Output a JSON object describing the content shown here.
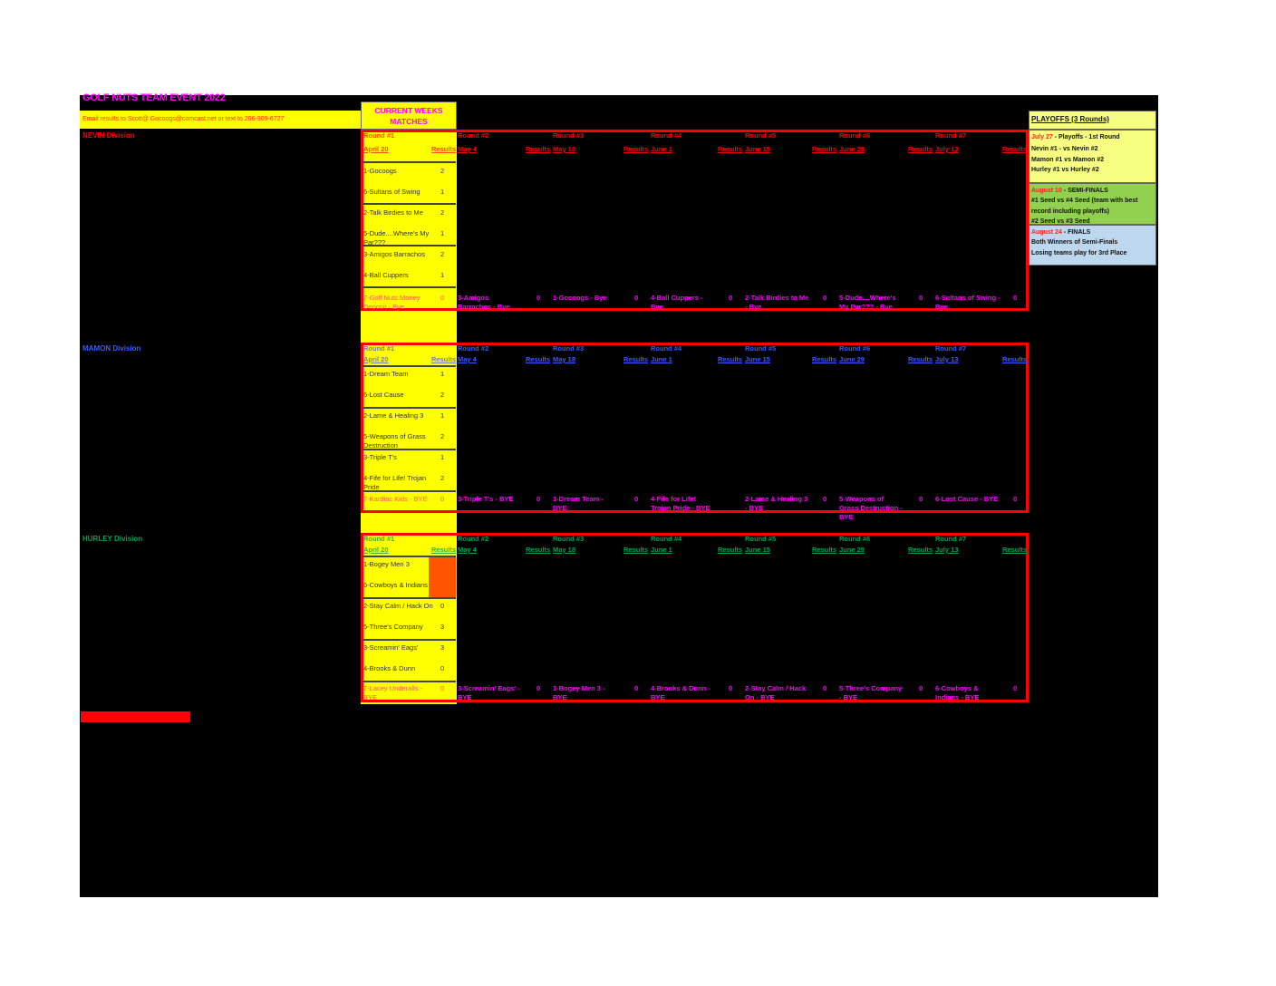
{
  "title": "GOLF NUTS TEAM EVENT 2022",
  "email_note": "Email results to Scott@ Gocoogs@comcast.net or text to 206-909-6727",
  "current_weeks": "CURRENT WEEKS MATCHES",
  "divisions": [
    {
      "name": "NEVIN Division",
      "color": "#ff0000",
      "round1_color": "#ff4a00",
      "round1": {
        "label": "Round #1",
        "date": "April 20",
        "results_label": "Results",
        "matches": [
          [
            {
              "team": "1-Gocoogs",
              "score": "2"
            },
            {
              "team": "6-Sultans of Swing",
              "score": "1"
            }
          ],
          [
            {
              "team": "2-Talk Birdies to Me",
              "score": "2"
            },
            {
              "team": "5-Dude....Where's My Par???",
              "score": "1"
            }
          ],
          [
            {
              "team": "3-Amigos Barrachos",
              "score": "2"
            },
            {
              "team": "4-Ball Cuppers",
              "score": "1"
            }
          ]
        ],
        "bye": {
          "team": "7-Golf Nuts Money Deposit - Bye",
          "score": "0"
        }
      },
      "rounds": [
        {
          "label": "Round #2",
          "date": "May 4",
          "results_label": "Results",
          "bye_team": "3-Amigos Barrachos - Bye",
          "bye_score": "0"
        },
        {
          "label": "Round #3",
          "date": "May 18",
          "results_label": "Results",
          "bye_team": "1-Gocoogs - Bye",
          "bye_score": "0"
        },
        {
          "label": "Round #4",
          "date": "June 1",
          "results_label": "Results",
          "bye_team": "4-Ball Cuppers - Bye",
          "bye_score": "0"
        },
        {
          "label": "Round #5",
          "date": "June 15",
          "results_label": "Results",
          "bye_team": "2-Talk Birdies to Me - Bye",
          "bye_score": "0"
        },
        {
          "label": "Round #6",
          "date": "June 29",
          "results_label": "Results",
          "bye_team": "5-Dude....Where's My Par??? - Bye",
          "bye_score": "0"
        },
        {
          "label": "Round #7",
          "date": "July 13",
          "results_label": "Results",
          "bye_team": "6-Sultans of Swing - Bye",
          "bye_score": "0"
        }
      ]
    },
    {
      "name": "MAMON Division",
      "color": "#3b5bff",
      "round1_color": "#7080b0",
      "round1": {
        "label": "Round #1",
        "date": "April 20",
        "results_label": "Results",
        "matches": [
          [
            {
              "team": "1-Dream Team",
              "score": "1"
            },
            {
              "team": "6-Lost Cause",
              "score": "2"
            }
          ],
          [
            {
              "team": "2-Lame & Healing 3",
              "score": "1"
            },
            {
              "team": "5-Weapons of Grass Destruction",
              "score": "2"
            }
          ],
          [
            {
              "team": "3-Triple T's",
              "score": "1"
            },
            {
              "team": "4-Fife for Life! Trojan Pride",
              "score": "2"
            }
          ]
        ],
        "bye": {
          "team": "7-Kardiac Kids - BYE",
          "score": "0"
        }
      },
      "rounds": [
        {
          "label": "Round #2",
          "date": "May 4",
          "results_label": "Results",
          "bye_team": "3-Triple T's - BYE",
          "bye_score": "0"
        },
        {
          "label": "Round #3",
          "date": "May 18",
          "results_label": "Results",
          "bye_team": "1-Dream Team - BYE",
          "bye_score": "0"
        },
        {
          "label": "Round #4",
          "date": "June 1",
          "results_label": "Results",
          "bye_team": "4-Fife for Life! Trojan Pride - BYE",
          "bye_score": ""
        },
        {
          "label": "Round #5",
          "date": "June 15",
          "results_label": "Results",
          "bye_team": "2-Lame & Healing 3 - BYE",
          "bye_score": "0"
        },
        {
          "label": "Round #6",
          "date": "June 29",
          "results_label": "Results",
          "bye_team": "5-Weapons of Grass Destruction - BYE",
          "bye_score": "0"
        },
        {
          "label": "Round #7",
          "date": "July 13",
          "results_label": "Results",
          "bye_team": "6-Lost Cause - BYE",
          "bye_score": "0"
        }
      ]
    },
    {
      "name": "HURLEY Division",
      "color": "#00a550",
      "round1_color": "#30b040",
      "round1": {
        "label": "Round #1",
        "date": "April 20",
        "results_label": "Results",
        "matches": [
          [
            {
              "team": "1-Bogey Men 3",
              "score": "",
              "cell_color": "#ff5500"
            },
            {
              "team": "6-Cowboys & Indians",
              "score": "",
              "cell_color": "#ff5500"
            }
          ],
          [
            {
              "team": "2-Stay Calm / Hack On",
              "score": "0"
            },
            {
              "team": "5-Three's Company",
              "score": "3"
            }
          ],
          [
            {
              "team": "3-Screamin' Eags'",
              "score": "3"
            },
            {
              "team": "4-Brooks & Dunn",
              "score": "0"
            }
          ]
        ],
        "bye": {
          "team": "7-Lacey Underalls - BYE",
          "score": "0"
        }
      },
      "rounds": [
        {
          "label": "Round #2",
          "date": "May 4",
          "results_label": "Results",
          "bye_team": "3-Screamin' Eags' - BYE",
          "bye_score": "0"
        },
        {
          "label": "Round #3",
          "date": "May 18",
          "results_label": "Results",
          "bye_team": "1-Bogey Men 3 - BYE",
          "bye_score": "0"
        },
        {
          "label": "Round #4",
          "date": "June 1",
          "results_label": "Results",
          "bye_team": "4-Brooks & Dunn - BYE",
          "bye_score": "0"
        },
        {
          "label": "Round #5",
          "date": "June 15",
          "results_label": "Results",
          "bye_team": "2-Stay Calm / Hack On - BYE",
          "bye_score": "0"
        },
        {
          "label": "Round #6",
          "date": "June 29",
          "results_label": "Results",
          "bye_team": "5-Three's Company - BYE",
          "bye_score": "0"
        },
        {
          "label": "Round #7",
          "date": "July 13",
          "results_label": "Results",
          "bye_team": "6-Cowboys & Indians - BYE",
          "bye_score": "0"
        }
      ]
    }
  ],
  "playoffs": {
    "title": "PLAYOFFS (3 Rounds)",
    "round1": {
      "date": "July 27",
      "label": " - Playoffs - 1st Round",
      "lines": [
        "Nevin #1 - vs Nevin #2",
        "Mamon #1 vs Mamon #2",
        "Hurley #1 vs Hurley #2"
      ]
    },
    "semis": {
      "date": "August 10",
      "label": " - SEMI-FINALS",
      "lines": [
        "#1 Seed vs #4 Seed (team with best record including playoffs)",
        "#2 Seed vs #3 Seed"
      ]
    },
    "finals": {
      "date": "August 24",
      "label": " - FINALS",
      "lines": [
        "Both Winners of Semi-Finals",
        "Losing teams play for 3rd Place"
      ]
    },
    "colors": {
      "round1": "#f6ff80",
      "semis": "#92d050",
      "finals": "#bdd7ee",
      "date": "#ff2020"
    }
  }
}
